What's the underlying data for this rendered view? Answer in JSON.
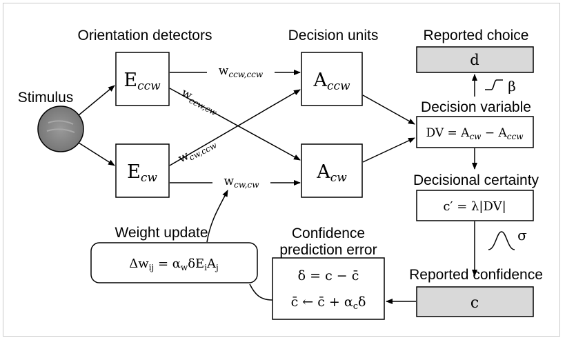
{
  "labels": {
    "orientation_detectors": "Orientation detectors",
    "decision_units": "Decision units",
    "reported_choice": "Reported choice",
    "stimulus": "Stimulus",
    "decision_variable": "Decision variable",
    "decisional_certainty": "Decisional certainty",
    "weight_update": "Weight update",
    "confidence_pe_line1": "Confidence",
    "confidence_pe_line2": "prediction error",
    "reported_confidence": "Reported confidence"
  },
  "nodes": {
    "e_ccw": {
      "main": "E",
      "sub": "ccw"
    },
    "e_cw": {
      "main": "E",
      "sub": "cw"
    },
    "a_ccw": {
      "main": "A",
      "sub": "ccw"
    },
    "a_cw": {
      "main": "A",
      "sub": "cw"
    },
    "choice": "d",
    "confidence": "c"
  },
  "weights": {
    "ccw_ccw": {
      "w": "w",
      "sub": "ccw,ccw"
    },
    "ccw_cw": {
      "w": "w",
      "sub": "ccw,cw"
    },
    "cw_ccw": {
      "w": "w",
      "sub": "cw,ccw"
    },
    "cw_cw": {
      "w": "w",
      "sub": "cw,cw"
    }
  },
  "equations": {
    "dv": {
      "lhs": "DV = A",
      "s1": "cw",
      "mid": " − A",
      "s2": "ccw"
    },
    "certainty": "c′ = λ|DV|",
    "weight_update": {
      "a": "Δw",
      "s1": "ij",
      "b": " = α",
      "s2": "w",
      "c": "δE",
      "s3": "i",
      "d": "A",
      "s4": "j"
    },
    "pe_line1": "δ = c − c̄",
    "pe_line2": {
      "a": "c̄ ← c̄ + α",
      "s": "c",
      "b": "δ"
    }
  },
  "params": {
    "beta": "β",
    "sigma": "σ"
  },
  "colors": {
    "grey_fill": "#d9d9d9",
    "stimulus_fill": "#8c8c8c",
    "stroke": "#000000"
  }
}
